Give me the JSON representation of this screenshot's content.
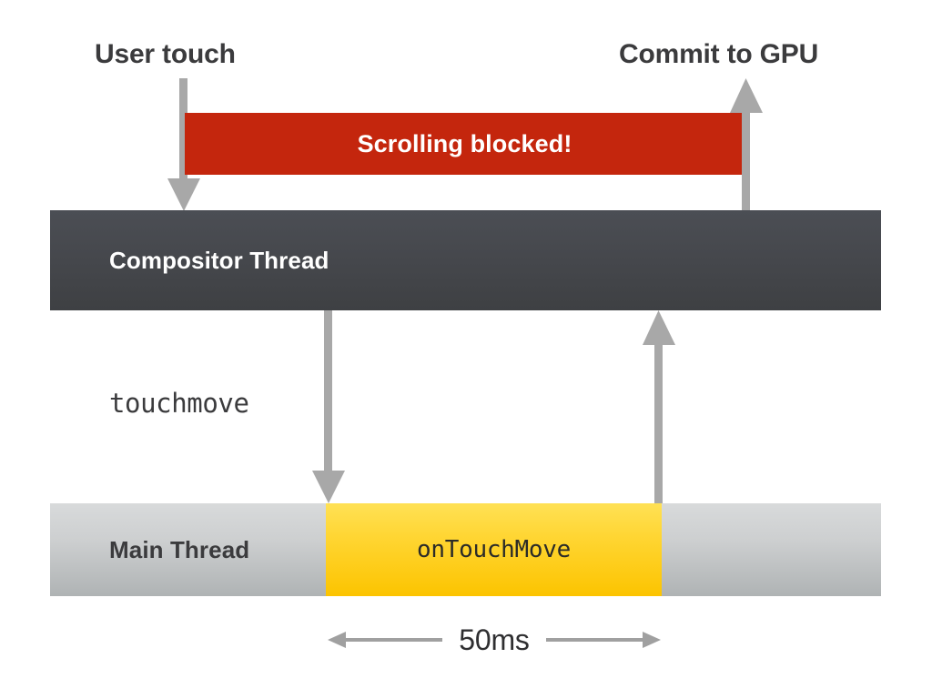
{
  "diagram": {
    "title": "Scrolling blocked by touch handler timeline",
    "background": "#ffffff",
    "colors": {
      "blocked_bar": "#c4260d",
      "compositor_bar": "#45474c",
      "main_thread_bar": "#c6c9ca",
      "ontouchmove_block": "#fdd02b",
      "arrow": "#a6a6a6",
      "dark_text": "#3b3b3d",
      "light_text": "#ffffff"
    }
  },
  "callouts": {
    "user_touch": "User touch",
    "commit_to_gpu": "Commit to GPU"
  },
  "blocked_bar": {
    "label": "Scrolling blocked!"
  },
  "lanes": [
    {
      "name": "compositor",
      "label": "Compositor Thread"
    },
    {
      "name": "main",
      "label": "Main Thread",
      "task": {
        "label": "onTouchMove",
        "duration_label": "50ms"
      }
    }
  ],
  "annotations": {
    "touchmove_event": "touchmove",
    "duration": "50ms"
  },
  "icons": {
    "arrow_down_user_touch": "arrow-down-icon",
    "arrow_up_commit": "arrow-up-icon",
    "arrow_down_touchmove": "arrow-down-icon",
    "arrow_up_return": "arrow-up-icon",
    "measure_left": "arrow-left-icon",
    "measure_right": "arrow-right-icon"
  }
}
